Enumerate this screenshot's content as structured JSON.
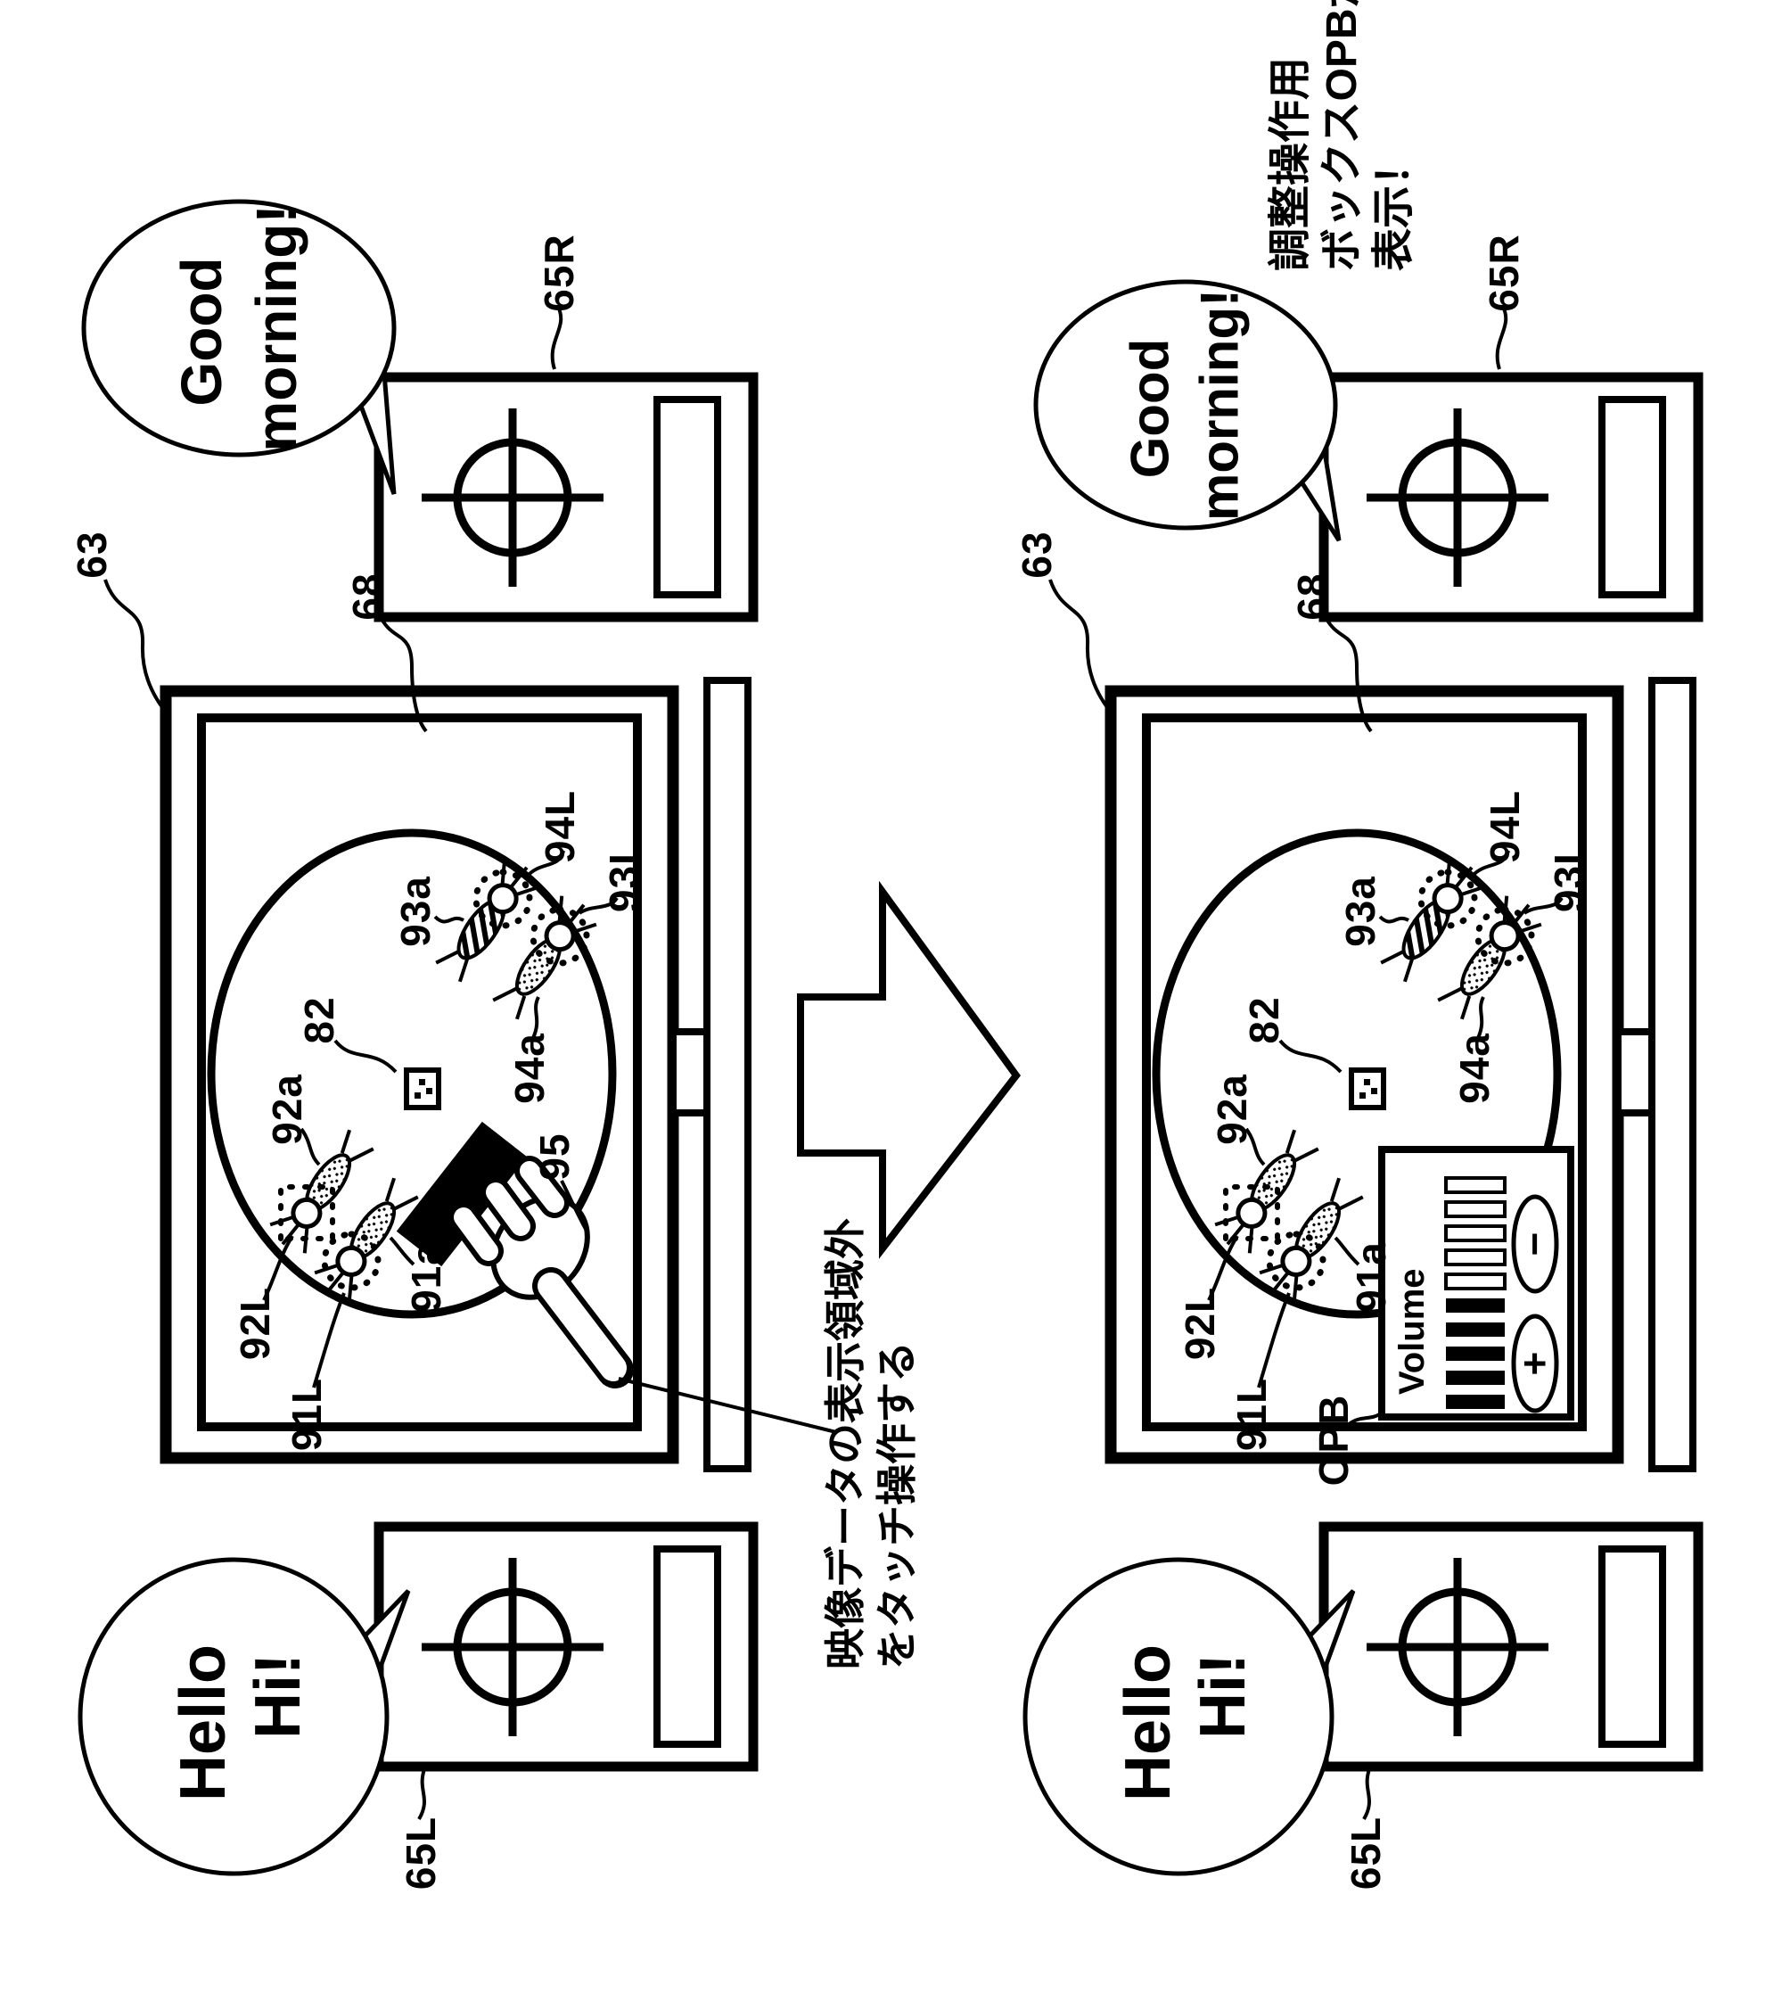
{
  "colors": {
    "ink": "#000000",
    "paper": "#ffffff"
  },
  "refs": {
    "r63": "63",
    "r65R": "65R",
    "r65L": "65L",
    "r68": "68",
    "r82": "82",
    "r91a": "91a",
    "r91L": "91L",
    "r92a": "92a",
    "r92L": "92L",
    "r93a": "93a",
    "r93L": "93L",
    "r94a": "94a",
    "r94L": "94L",
    "r95": "95",
    "opb": "OPB"
  },
  "bubbles": {
    "good": {
      "l1": "Good",
      "l2": "morning!"
    },
    "hello": {
      "l1": "Hello",
      "l2": "Hi!"
    }
  },
  "notes": {
    "touch": {
      "l1": "映像データの表示領域外",
      "l2": "をタッチ操作する"
    },
    "adjust": {
      "l1": "調整操作用",
      "l2": "ボックスOPBが",
      "l3": "表示！"
    }
  },
  "volume_box": {
    "title": "Volume",
    "plus": "+",
    "minus": "−"
  }
}
